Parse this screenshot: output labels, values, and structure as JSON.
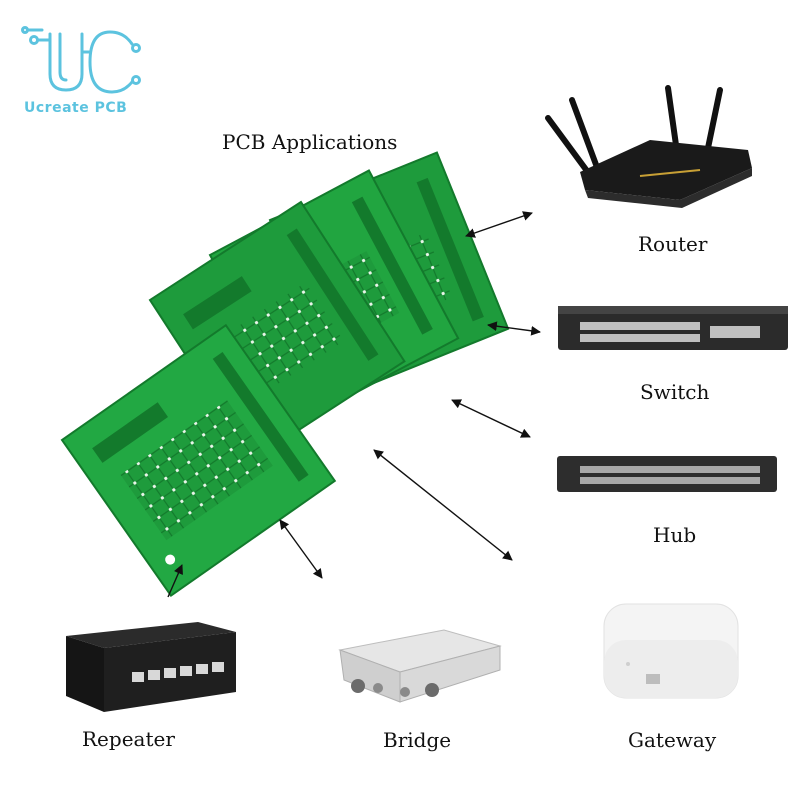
{
  "logo": {
    "text": "Ucreate PCB",
    "color": "#5cc3df"
  },
  "title": "PCB Applications",
  "devices": [
    {
      "id": "router",
      "label": "Router",
      "icon": "router-icon"
    },
    {
      "id": "switch",
      "label": "Switch",
      "icon": "switch-icon"
    },
    {
      "id": "hub",
      "label": "Hub",
      "icon": "hub-icon"
    },
    {
      "id": "repeater",
      "label": "Repeater",
      "icon": "repeater-icon"
    },
    {
      "id": "bridge",
      "label": "Bridge",
      "icon": "bridge-icon"
    },
    {
      "id": "gateway",
      "label": "Gateway",
      "icon": "gateway-icon"
    }
  ],
  "colors": {
    "pcb_green": "#1e9b3c",
    "pcb_dark": "#137a2c",
    "arrow": "#111111"
  }
}
